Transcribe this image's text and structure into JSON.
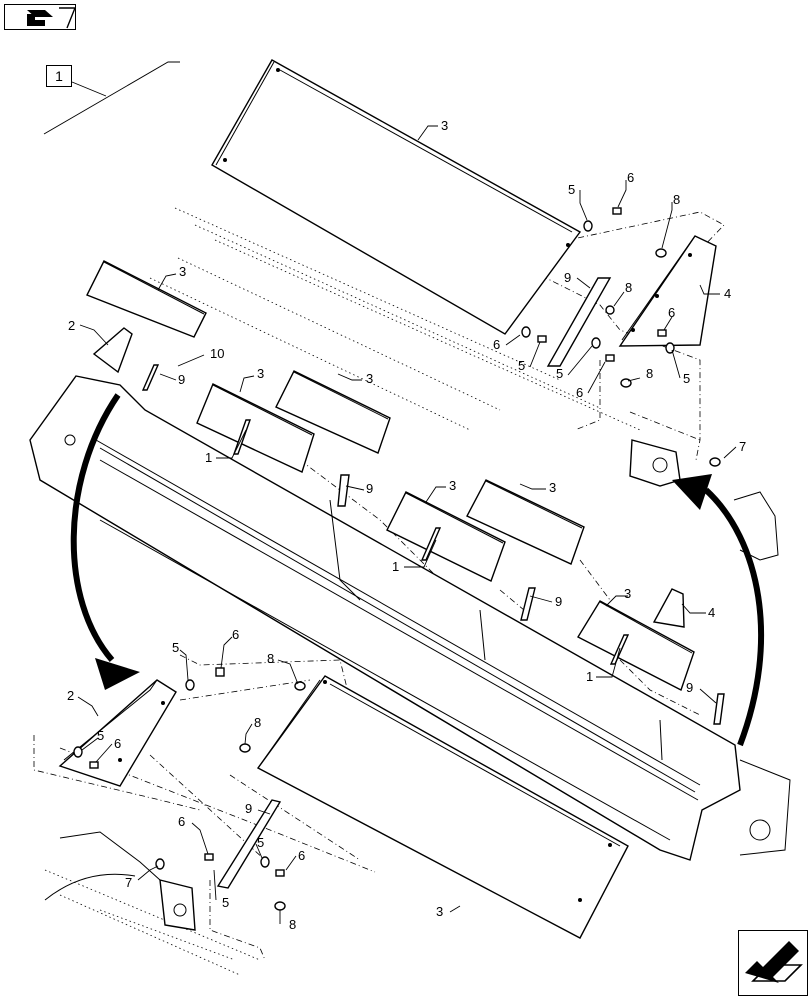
{
  "reference_box": {
    "label": "1"
  },
  "callouts": [
    {
      "id": "c3a",
      "label": "3"
    },
    {
      "id": "c5a",
      "label": "5"
    },
    {
      "id": "c6a",
      "label": "6"
    },
    {
      "id": "c8a",
      "label": "8"
    },
    {
      "id": "c9a",
      "label": "9"
    },
    {
      "id": "c8b",
      "label": "8"
    },
    {
      "id": "c4a",
      "label": "4"
    },
    {
      "id": "c6b",
      "label": "6"
    },
    {
      "id": "c6c",
      "label": "6"
    },
    {
      "id": "c5b",
      "label": "5"
    },
    {
      "id": "c5c",
      "label": "5"
    },
    {
      "id": "c6d",
      "label": "6"
    },
    {
      "id": "c8c",
      "label": "8"
    },
    {
      "id": "c5d",
      "label": "5"
    },
    {
      "id": "c3b",
      "label": "3"
    },
    {
      "id": "c2a",
      "label": "2"
    },
    {
      "id": "c10",
      "label": "10"
    },
    {
      "id": "c9b",
      "label": "9"
    },
    {
      "id": "c3c",
      "label": "3"
    },
    {
      "id": "c3d",
      "label": "3"
    },
    {
      "id": "c1a",
      "label": "1"
    },
    {
      "id": "c9c",
      "label": "9"
    },
    {
      "id": "c7a",
      "label": "7"
    },
    {
      "id": "c3e",
      "label": "3"
    },
    {
      "id": "c3f",
      "label": "3"
    },
    {
      "id": "c1b",
      "label": "1"
    },
    {
      "id": "c9d",
      "label": "9"
    },
    {
      "id": "c3g",
      "label": "3"
    },
    {
      "id": "c4b",
      "label": "4"
    },
    {
      "id": "c1c",
      "label": "1"
    },
    {
      "id": "c9e",
      "label": "9"
    },
    {
      "id": "c5e",
      "label": "5"
    },
    {
      "id": "c6e",
      "label": "6"
    },
    {
      "id": "c8d",
      "label": "8"
    },
    {
      "id": "c2b",
      "label": "2"
    },
    {
      "id": "c5f",
      "label": "5"
    },
    {
      "id": "c6f",
      "label": "6"
    },
    {
      "id": "c8e",
      "label": "8"
    },
    {
      "id": "c9f",
      "label": "9"
    },
    {
      "id": "c6g",
      "label": "6"
    },
    {
      "id": "c5g",
      "label": "5"
    },
    {
      "id": "c6h",
      "label": "6"
    },
    {
      "id": "c7b",
      "label": "7"
    },
    {
      "id": "c5h",
      "label": "5"
    },
    {
      "id": "c8f",
      "label": "8"
    },
    {
      "id": "c3h",
      "label": "3"
    }
  ]
}
